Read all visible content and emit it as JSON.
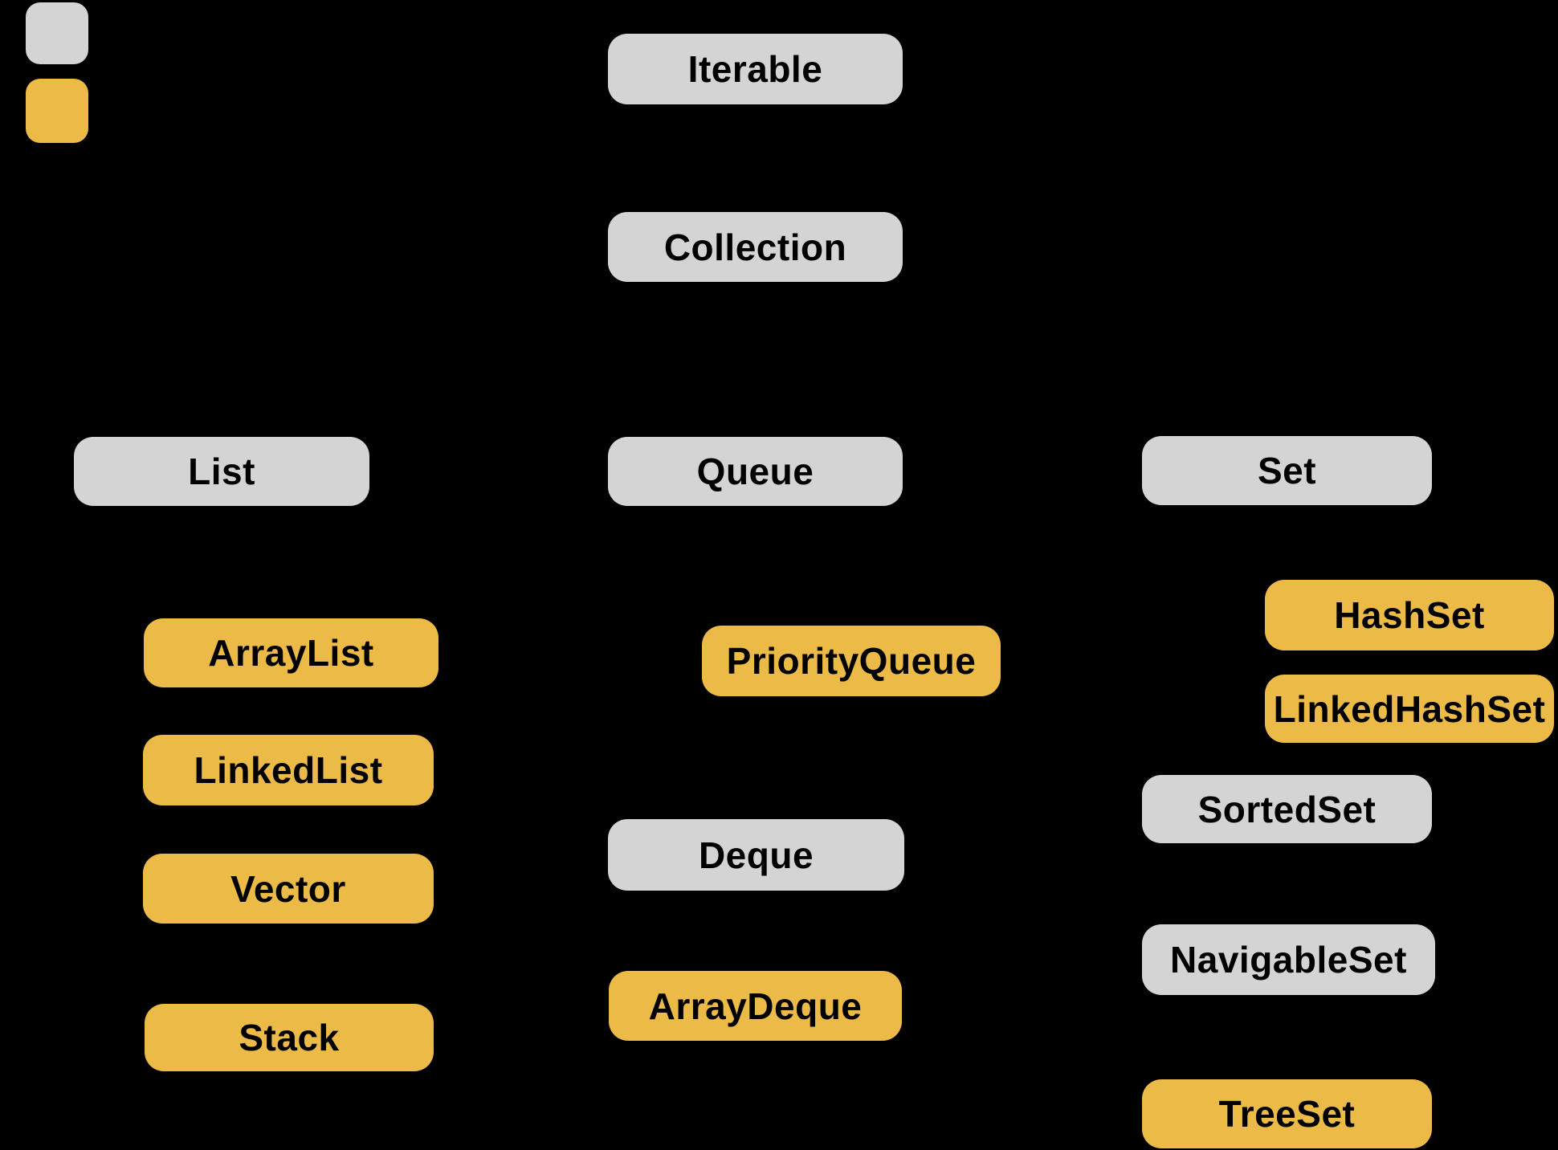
{
  "colors": {
    "background": "#000000",
    "interface_fill": "#D4D4D4",
    "class_fill": "#ECBB47",
    "text": "#000000"
  },
  "legend": {
    "swatches": [
      {
        "kind": "interface",
        "color": "#D4D4D4"
      },
      {
        "kind": "class",
        "color": "#ECBB47"
      }
    ]
  },
  "nodes": [
    {
      "id": "iterable",
      "label": "Iterable",
      "kind": "interface"
    },
    {
      "id": "collection",
      "label": "Collection",
      "kind": "interface"
    },
    {
      "id": "list",
      "label": "List",
      "kind": "interface"
    },
    {
      "id": "queue",
      "label": "Queue",
      "kind": "interface"
    },
    {
      "id": "set",
      "label": "Set",
      "kind": "interface"
    },
    {
      "id": "arraylist",
      "label": "ArrayList",
      "kind": "class"
    },
    {
      "id": "linkedlist",
      "label": "LinkedList",
      "kind": "class"
    },
    {
      "id": "vector",
      "label": "Vector",
      "kind": "class"
    },
    {
      "id": "stack",
      "label": "Stack",
      "kind": "class"
    },
    {
      "id": "priorityqueue",
      "label": "PriorityQueue",
      "kind": "class"
    },
    {
      "id": "deque",
      "label": "Deque",
      "kind": "interface"
    },
    {
      "id": "arraydeque",
      "label": "ArrayDeque",
      "kind": "class"
    },
    {
      "id": "hashset",
      "label": "HashSet",
      "kind": "class"
    },
    {
      "id": "linkedhashset",
      "label": "LinkedHashSet",
      "kind": "class"
    },
    {
      "id": "sortedset",
      "label": "SortedSet",
      "kind": "interface"
    },
    {
      "id": "navigableset",
      "label": "NavigableSet",
      "kind": "interface"
    },
    {
      "id": "treeset",
      "label": "TreeSet",
      "kind": "class"
    }
  ]
}
